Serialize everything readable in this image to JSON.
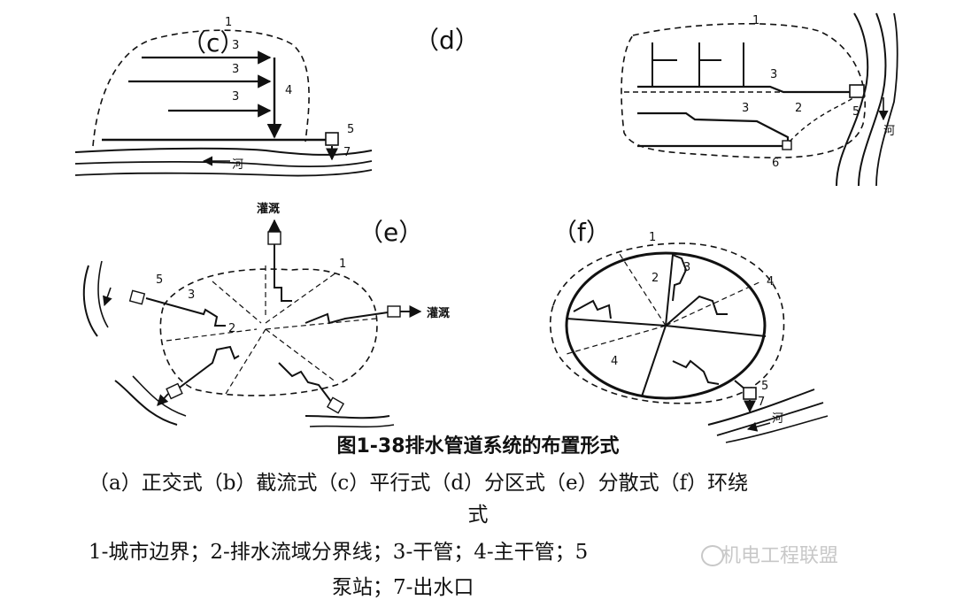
{
  "panels": {
    "c": {
      "label": "（c）",
      "labels": [
        "1",
        "3",
        "3",
        "3",
        "4",
        "5",
        "7"
      ],
      "river": "河"
    },
    "d": {
      "label": "（d）",
      "labels": [
        "1",
        "3",
        "2",
        "5",
        "3",
        "6"
      ],
      "river": "河"
    },
    "e": {
      "label": "（e）",
      "labels": [
        "1",
        "5",
        "3",
        "2"
      ],
      "irrigation": "灌溉"
    },
    "f": {
      "label": "（f）",
      "labels": [
        "1",
        "2",
        "3",
        "4",
        "4",
        "5",
        "7"
      ],
      "river": "河"
    }
  },
  "caption": {
    "title": "图1-38排水管道系统的布置形式",
    "line2": "（a）正交式（b）截流式（c）平行式（d）分区式（e）分散式（f）环绕",
    "line2b": "式",
    "line3": "1-城市边界；2-排水流域分界线；3-干管；4-主干管；5",
    "line3b": "泵站；7-出水口"
  },
  "watermark": "机电工程联盟"
}
